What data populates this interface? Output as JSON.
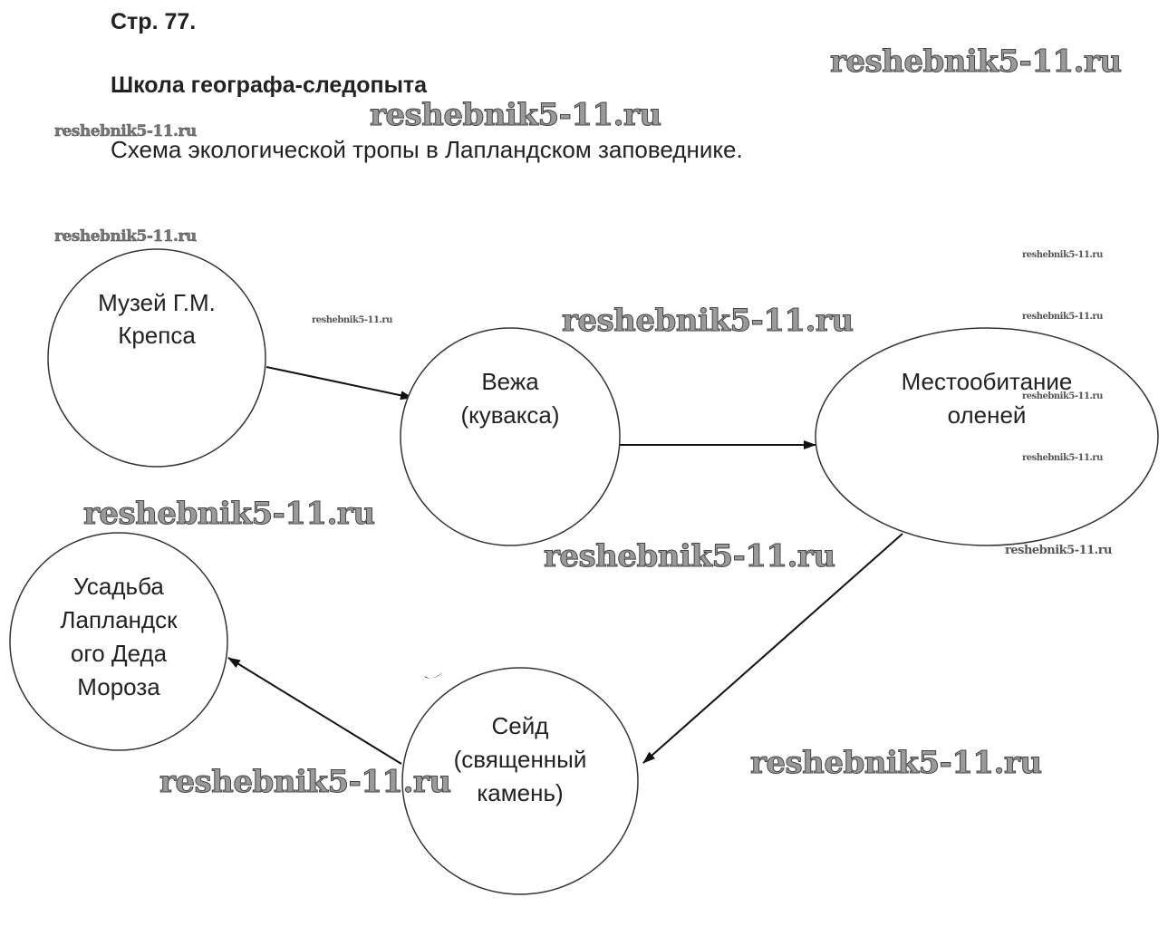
{
  "header": {
    "page_number": "Стр. 77.",
    "section_title": "Школа географа-следопыта",
    "subtitle": "Схема экологической тропы в Лапландском заповеднике."
  },
  "watermark_text": "reshebnik5-11.ru",
  "diagram": {
    "nodes": [
      {
        "id": "museum",
        "lines": [
          "Музей Г.М.",
          "Крепса"
        ]
      },
      {
        "id": "vezha",
        "lines": [
          "Вежа",
          "(кувакса)"
        ]
      },
      {
        "id": "deer-habitat",
        "lines": [
          "Местообитание",
          "оленей"
        ]
      },
      {
        "id": "seid",
        "lines": [
          "Сейд",
          "(священный",
          "камень)"
        ]
      },
      {
        "id": "ded-moroz-estate",
        "lines": [
          "Усадьба",
          "Лапландск",
          "ого Деда",
          "Мороза"
        ]
      }
    ],
    "edges": [
      {
        "from": "museum",
        "to": "vezha"
      },
      {
        "from": "vezha",
        "to": "deer-habitat"
      },
      {
        "from": "deer-habitat",
        "to": "seid"
      },
      {
        "from": "seid",
        "to": "ded-moroz-estate"
      }
    ]
  }
}
